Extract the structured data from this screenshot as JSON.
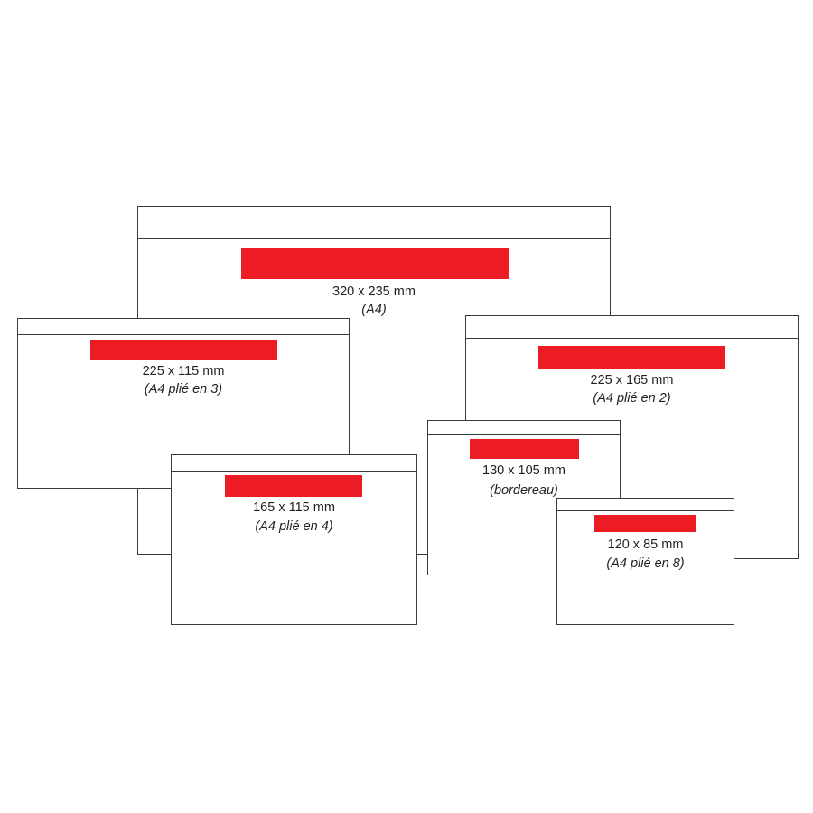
{
  "colors": {
    "outline": "#3a3a3a",
    "strip": "#ed1c24",
    "text": "#231f20",
    "background": "#ffffff"
  },
  "envelopes": [
    {
      "size": "320 x 235 mm",
      "format": "(A4)"
    },
    {
      "size": "225 x 115 mm",
      "format": "(A4 plié en 3)"
    },
    {
      "size": "225 x 165 mm",
      "format": "(A4 plié en 2)"
    },
    {
      "size": "165 x 115 mm",
      "format": "(A4 plié en 4)"
    },
    {
      "size": "130 x 105 mm",
      "format": "(bordereau)"
    },
    {
      "size": "120 x 85 mm",
      "format": "(A4 plié en 8)"
    }
  ]
}
